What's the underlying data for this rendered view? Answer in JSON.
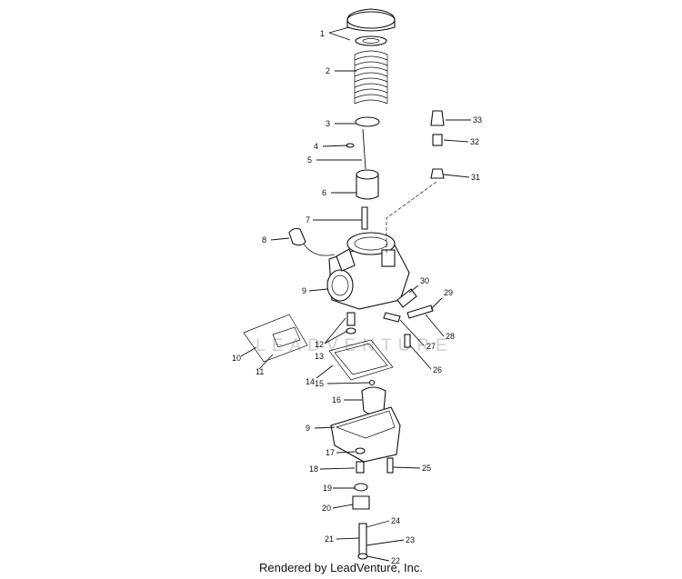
{
  "diagram": {
    "watermark": "LEADVENTURE",
    "callouts": [
      "1",
      "2",
      "3",
      "4",
      "5",
      "6",
      "7",
      "8",
      "9",
      "9",
      "10",
      "11",
      "12",
      "13",
      "14",
      "15",
      "16",
      "17",
      "18",
      "19",
      "20",
      "21",
      "22",
      "23",
      "24",
      "25",
      "26",
      "27",
      "28",
      "29",
      "30",
      "31",
      "32",
      "33"
    ]
  },
  "footer": {
    "credit": "Rendered by LeadVenture, Inc."
  }
}
